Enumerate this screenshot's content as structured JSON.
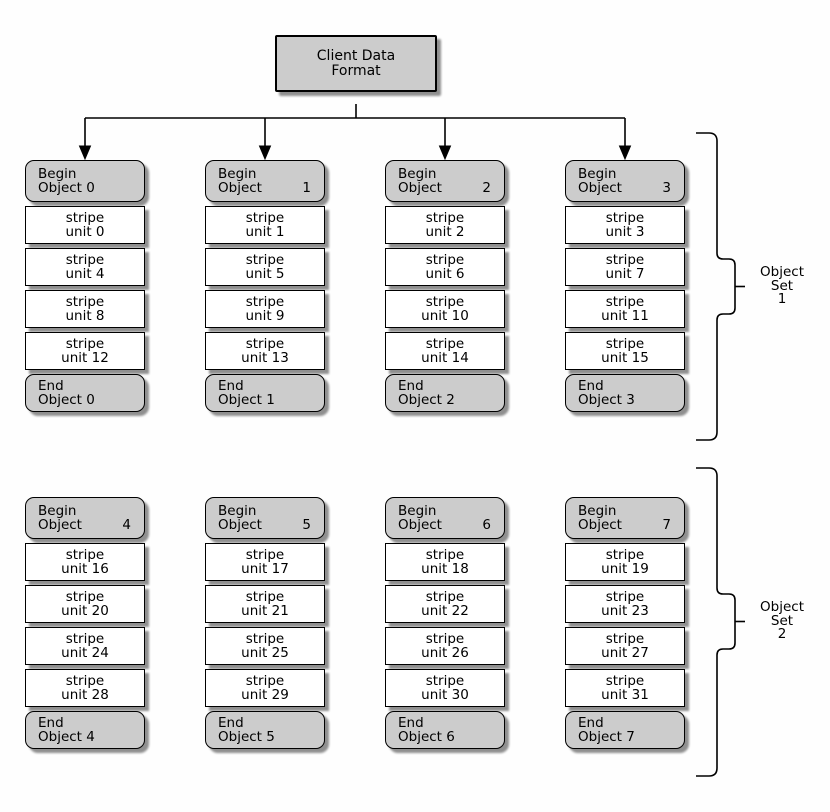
{
  "diagram": {
    "title": {
      "line1": "Client Data",
      "line2": "Format"
    }
  },
  "style": {
    "node_fill": "#cccccc",
    "stripe_fill": "#ffffff",
    "line_color": "#000000",
    "shadow_color": "#8f8f8f"
  },
  "sets": [
    {
      "name": "Object Set 1",
      "label": {
        "l1": "Object",
        "l2": "Set",
        "l3": "1"
      },
      "columns": [
        {
          "begin": {
            "l1": "Begin",
            "word": "Object 0",
            "num": ""
          },
          "stripes": [
            {
              "l1": "stripe",
              "l2": "unit 0"
            },
            {
              "l1": "stripe",
              "l2": "unit 4"
            },
            {
              "l1": "stripe",
              "l2": "unit 8"
            },
            {
              "l1": "stripe",
              "l2": "unit 12"
            }
          ],
          "end": {
            "l1": "End",
            "l2": "Object 0"
          }
        },
        {
          "begin": {
            "l1": "Begin",
            "word": "Object",
            "num": "1"
          },
          "stripes": [
            {
              "l1": "stripe",
              "l2": "unit 1"
            },
            {
              "l1": "stripe",
              "l2": "unit 5"
            },
            {
              "l1": "stripe",
              "l2": "unit 9"
            },
            {
              "l1": "stripe",
              "l2": "unit 13"
            }
          ],
          "end": {
            "l1": "End",
            "l2": "Object 1"
          }
        },
        {
          "begin": {
            "l1": "Begin",
            "word": "Object",
            "num": "2"
          },
          "stripes": [
            {
              "l1": "stripe",
              "l2": "unit 2"
            },
            {
              "l1": "stripe",
              "l2": "unit 6"
            },
            {
              "l1": "stripe",
              "l2": "unit 10"
            },
            {
              "l1": "stripe",
              "l2": "unit 14"
            }
          ],
          "end": {
            "l1": "End",
            "l2": "Object 2"
          }
        },
        {
          "begin": {
            "l1": "Begin",
            "word": "Object",
            "num": "3"
          },
          "stripes": [
            {
              "l1": "stripe",
              "l2": "unit 3"
            },
            {
              "l1": "stripe",
              "l2": "unit 7"
            },
            {
              "l1": "stripe",
              "l2": "unit 11"
            },
            {
              "l1": "stripe",
              "l2": "unit 15"
            }
          ],
          "end": {
            "l1": "End",
            "l2": "Object 3"
          }
        }
      ]
    },
    {
      "name": "Object Set 2",
      "label": {
        "l1": "Object",
        "l2": "Set",
        "l3": "2"
      },
      "columns": [
        {
          "begin": {
            "l1": "Begin",
            "word": "Object",
            "num": "4"
          },
          "stripes": [
            {
              "l1": "stripe",
              "l2": "unit 16"
            },
            {
              "l1": "stripe",
              "l2": "unit 20"
            },
            {
              "l1": "stripe",
              "l2": "unit 24"
            },
            {
              "l1": "stripe",
              "l2": "unit 28"
            }
          ],
          "end": {
            "l1": "End",
            "l2": "Object 4"
          }
        },
        {
          "begin": {
            "l1": "Begin",
            "word": "Object",
            "num": "5"
          },
          "stripes": [
            {
              "l1": "stripe",
              "l2": "unit 17"
            },
            {
              "l1": "stripe",
              "l2": "unit 21"
            },
            {
              "l1": "stripe",
              "l2": "unit 25"
            },
            {
              "l1": "stripe",
              "l2": "unit 29"
            }
          ],
          "end": {
            "l1": "End",
            "l2": "Object 5"
          }
        },
        {
          "begin": {
            "l1": "Begin",
            "word": "Object",
            "num": "6"
          },
          "stripes": [
            {
              "l1": "stripe",
              "l2": "unit 18"
            },
            {
              "l1": "stripe",
              "l2": "unit 22"
            },
            {
              "l1": "stripe",
              "l2": "unit 26"
            },
            {
              "l1": "stripe",
              "l2": "unit 30"
            }
          ],
          "end": {
            "l1": "End",
            "l2": "Object 6"
          }
        },
        {
          "begin": {
            "l1": "Begin",
            "word": "Object",
            "num": "7"
          },
          "stripes": [
            {
              "l1": "stripe",
              "l2": "unit 19"
            },
            {
              "l1": "stripe",
              "l2": "unit 23"
            },
            {
              "l1": "stripe",
              "l2": "unit 27"
            },
            {
              "l1": "stripe",
              "l2": "unit 31"
            }
          ],
          "end": {
            "l1": "End",
            "l2": "Object 7"
          }
        }
      ]
    }
  ]
}
